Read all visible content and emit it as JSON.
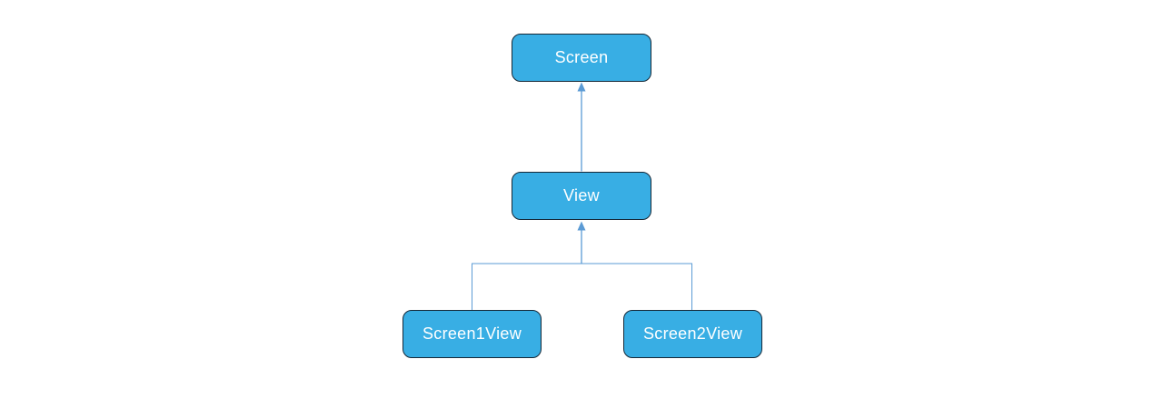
{
  "diagram": {
    "nodes": [
      {
        "id": "screen",
        "label": "Screen"
      },
      {
        "id": "view",
        "label": "View"
      },
      {
        "id": "screen1view",
        "label": "Screen1View"
      },
      {
        "id": "screen2view",
        "label": "Screen2View"
      }
    ],
    "edges": [
      {
        "from": "View",
        "to": "Screen",
        "style": "straight-arrow-up"
      },
      {
        "from": "Screen1View",
        "to": "View",
        "style": "elbow-branch-arrow-up"
      },
      {
        "from": "Screen2View",
        "to": "View",
        "style": "elbow-branch-arrow-up"
      }
    ],
    "colors": {
      "background": "#ffffff",
      "node_fill": "#38aee4",
      "node_border": "#152837",
      "node_text": "#ffffff",
      "connector": "#5b9bd5"
    }
  }
}
